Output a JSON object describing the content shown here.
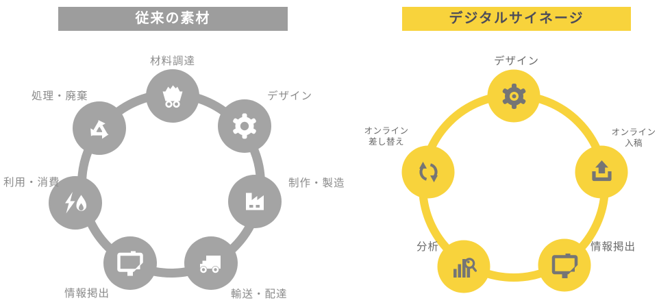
{
  "left_diagram": {
    "title": "従来の素材",
    "colors": {
      "banner_bg": "#9d9d9d",
      "banner_text": "#ffffff",
      "node": "#a4a4a4",
      "icon": "#ffffff",
      "label": "#8b8b8b"
    },
    "nodes": [
      {
        "label": "材料調達",
        "icon": "mine-cart-icon"
      },
      {
        "label": "デザイン",
        "icon": "gear-icon"
      },
      {
        "label": "制作・製造",
        "icon": "factory-icon"
      },
      {
        "label": "輸送・配達",
        "icon": "truck-icon"
      },
      {
        "label": "情報掲出",
        "icon": "signboard-icon"
      },
      {
        "label": "利用・消費",
        "icon": "energy-icon"
      },
      {
        "label": "処理・廃棄",
        "icon": "recycle-icon"
      }
    ]
  },
  "right_diagram": {
    "title": "デジタルサイネージ",
    "colors": {
      "banner_bg": "#f8d33c",
      "banner_text": "#4c4c59",
      "node": "#f8d33c",
      "icon": "#757575",
      "label": "#696969"
    },
    "nodes": [
      {
        "label": "デザイン",
        "icon": "gear-icon"
      },
      {
        "label_line1": "オンライン",
        "label_line2": "入稿",
        "icon": "upload-icon"
      },
      {
        "label": "情報掲出",
        "icon": "signboard-icon"
      },
      {
        "label": "分析",
        "icon": "chart-magnifier-icon"
      },
      {
        "label_line1": "オンライン",
        "label_line2": "差し替え",
        "icon": "refresh-icon"
      }
    ]
  }
}
